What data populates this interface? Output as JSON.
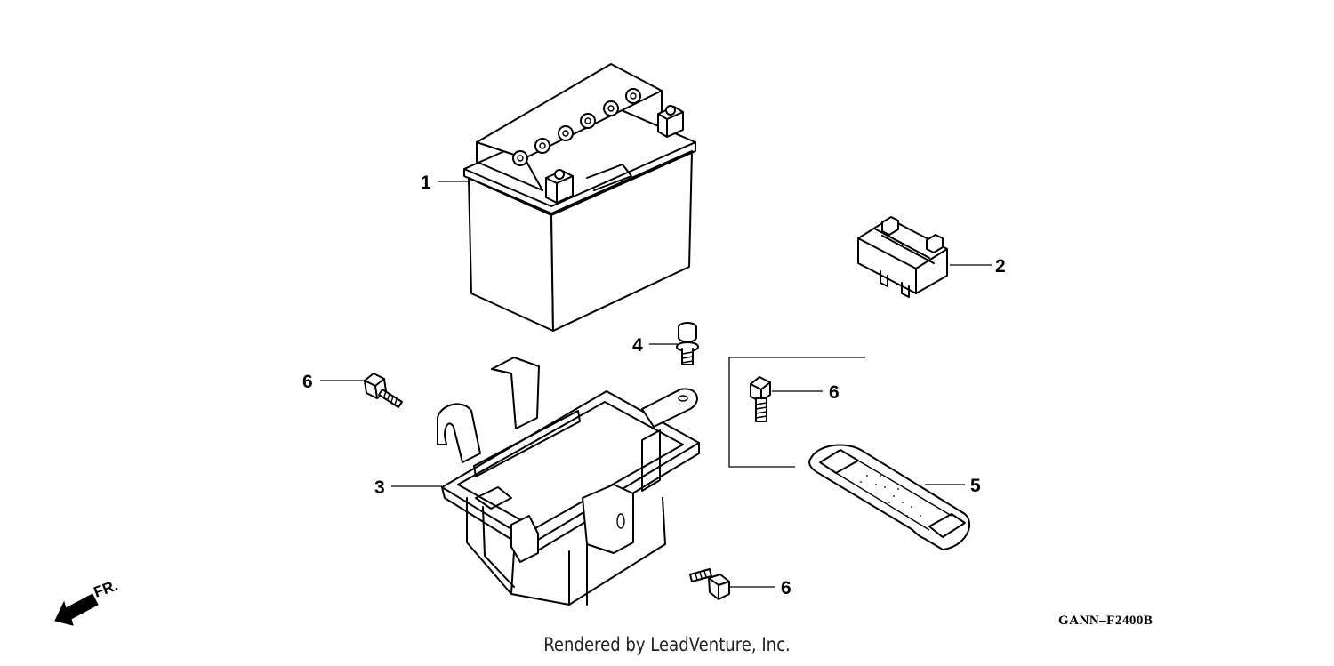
{
  "diagram": {
    "diagram_code": "GANN–F2400B",
    "direction_label": "FR.",
    "footer_text": "Rendered by LeadVenture, Inc.",
    "callouts": [
      {
        "id": "battery",
        "label": "1"
      },
      {
        "id": "battery-cushion",
        "label": "2"
      },
      {
        "id": "battery-box",
        "label": "3"
      },
      {
        "id": "bolt-terminal",
        "label": "4"
      },
      {
        "id": "battery-band",
        "label": "5"
      },
      {
        "id": "bolt-left",
        "label": "6"
      },
      {
        "id": "bolt-right",
        "label": "6"
      },
      {
        "id": "bolt-bottom",
        "label": "6"
      }
    ]
  }
}
